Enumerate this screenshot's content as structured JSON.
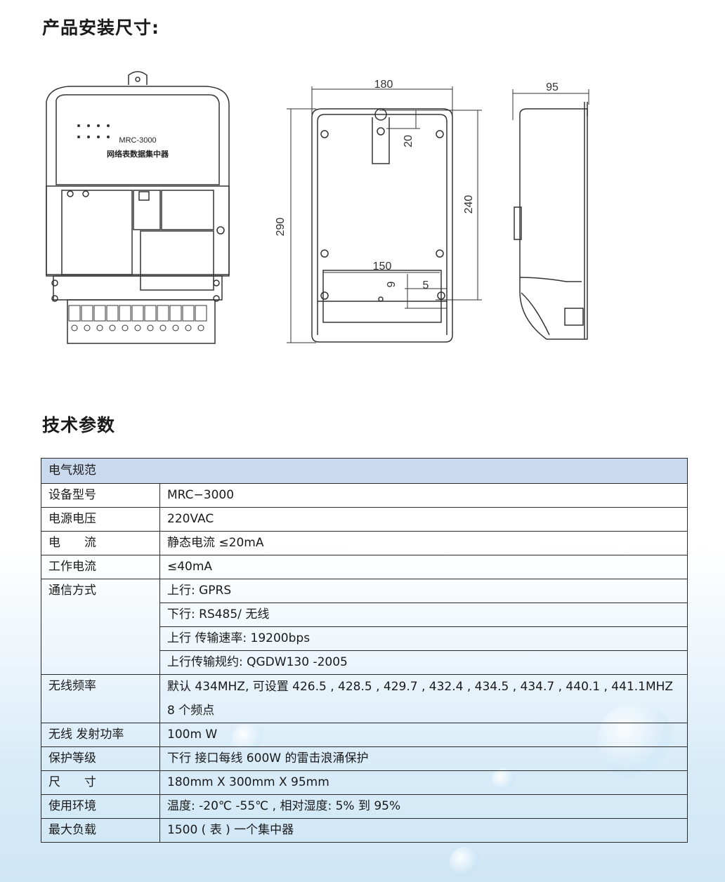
{
  "headings": {
    "install": "产品安装尺寸:",
    "tech": "技术参数"
  },
  "device": {
    "model_label": "MRC-3000",
    "name_label": "网络表数据集中器"
  },
  "dimensions": {
    "width_front": "180",
    "depth": "95",
    "height_total": "290",
    "hole_spacing_v": "240",
    "hang_offset": "20",
    "hole_spacing_h": "150",
    "small_a": "9",
    "small_b": "5"
  },
  "table": {
    "section": "电气规范",
    "rows": [
      {
        "key": "设备型号",
        "value": "MRC−3000"
      },
      {
        "key": "电源电压",
        "value": "220VAC"
      },
      {
        "key": "电　　流",
        "value": "静态电流  ≤20mA"
      },
      {
        "key": "工作电流",
        "value": "≤40mA"
      },
      {
        "key": "通信方式",
        "values": [
          "上行:  GPRS",
          "下行:  RS485/ 无线",
          "上行 传输速率:   19200bps",
          "上行传输规约:    QGDW130  -2005"
        ]
      },
      {
        "key": "无线频率",
        "value": "默认  434MHZ, 可设置   426.5 ,  428.5 ,  429.7 ,  432.4 ,  434.5 ,  434.7 ,  440.1 ,  441.1MHZ 8   个频点"
      },
      {
        "key": "无线 发射功率",
        "value": "100m W"
      },
      {
        "key": "保护等级",
        "value": "下行 接口每线   600W  的雷击浪涌保护"
      },
      {
        "key": "尺　　寸",
        "value": "180mm X  300mm X  95mm"
      },
      {
        "key": "使用环境",
        "value": "温度:  -20℃ -55℃ , 相对湿度:    5% 到  95%"
      },
      {
        "key": "最大负载",
        "value": "1500 ( 表 ) 一个集中器"
      }
    ]
  }
}
